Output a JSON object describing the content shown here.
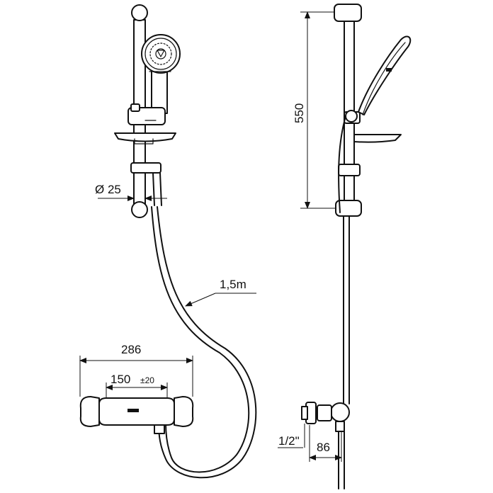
{
  "dimensions": {
    "bar_diameter": "Ø 25",
    "hose_length": "1,5m",
    "mixer_width": "286",
    "inlet_spacing": "150",
    "inlet_tolerance": "±20",
    "rail_height": "550",
    "connection_thread": "1/2\"",
    "wall_offset": "86"
  }
}
